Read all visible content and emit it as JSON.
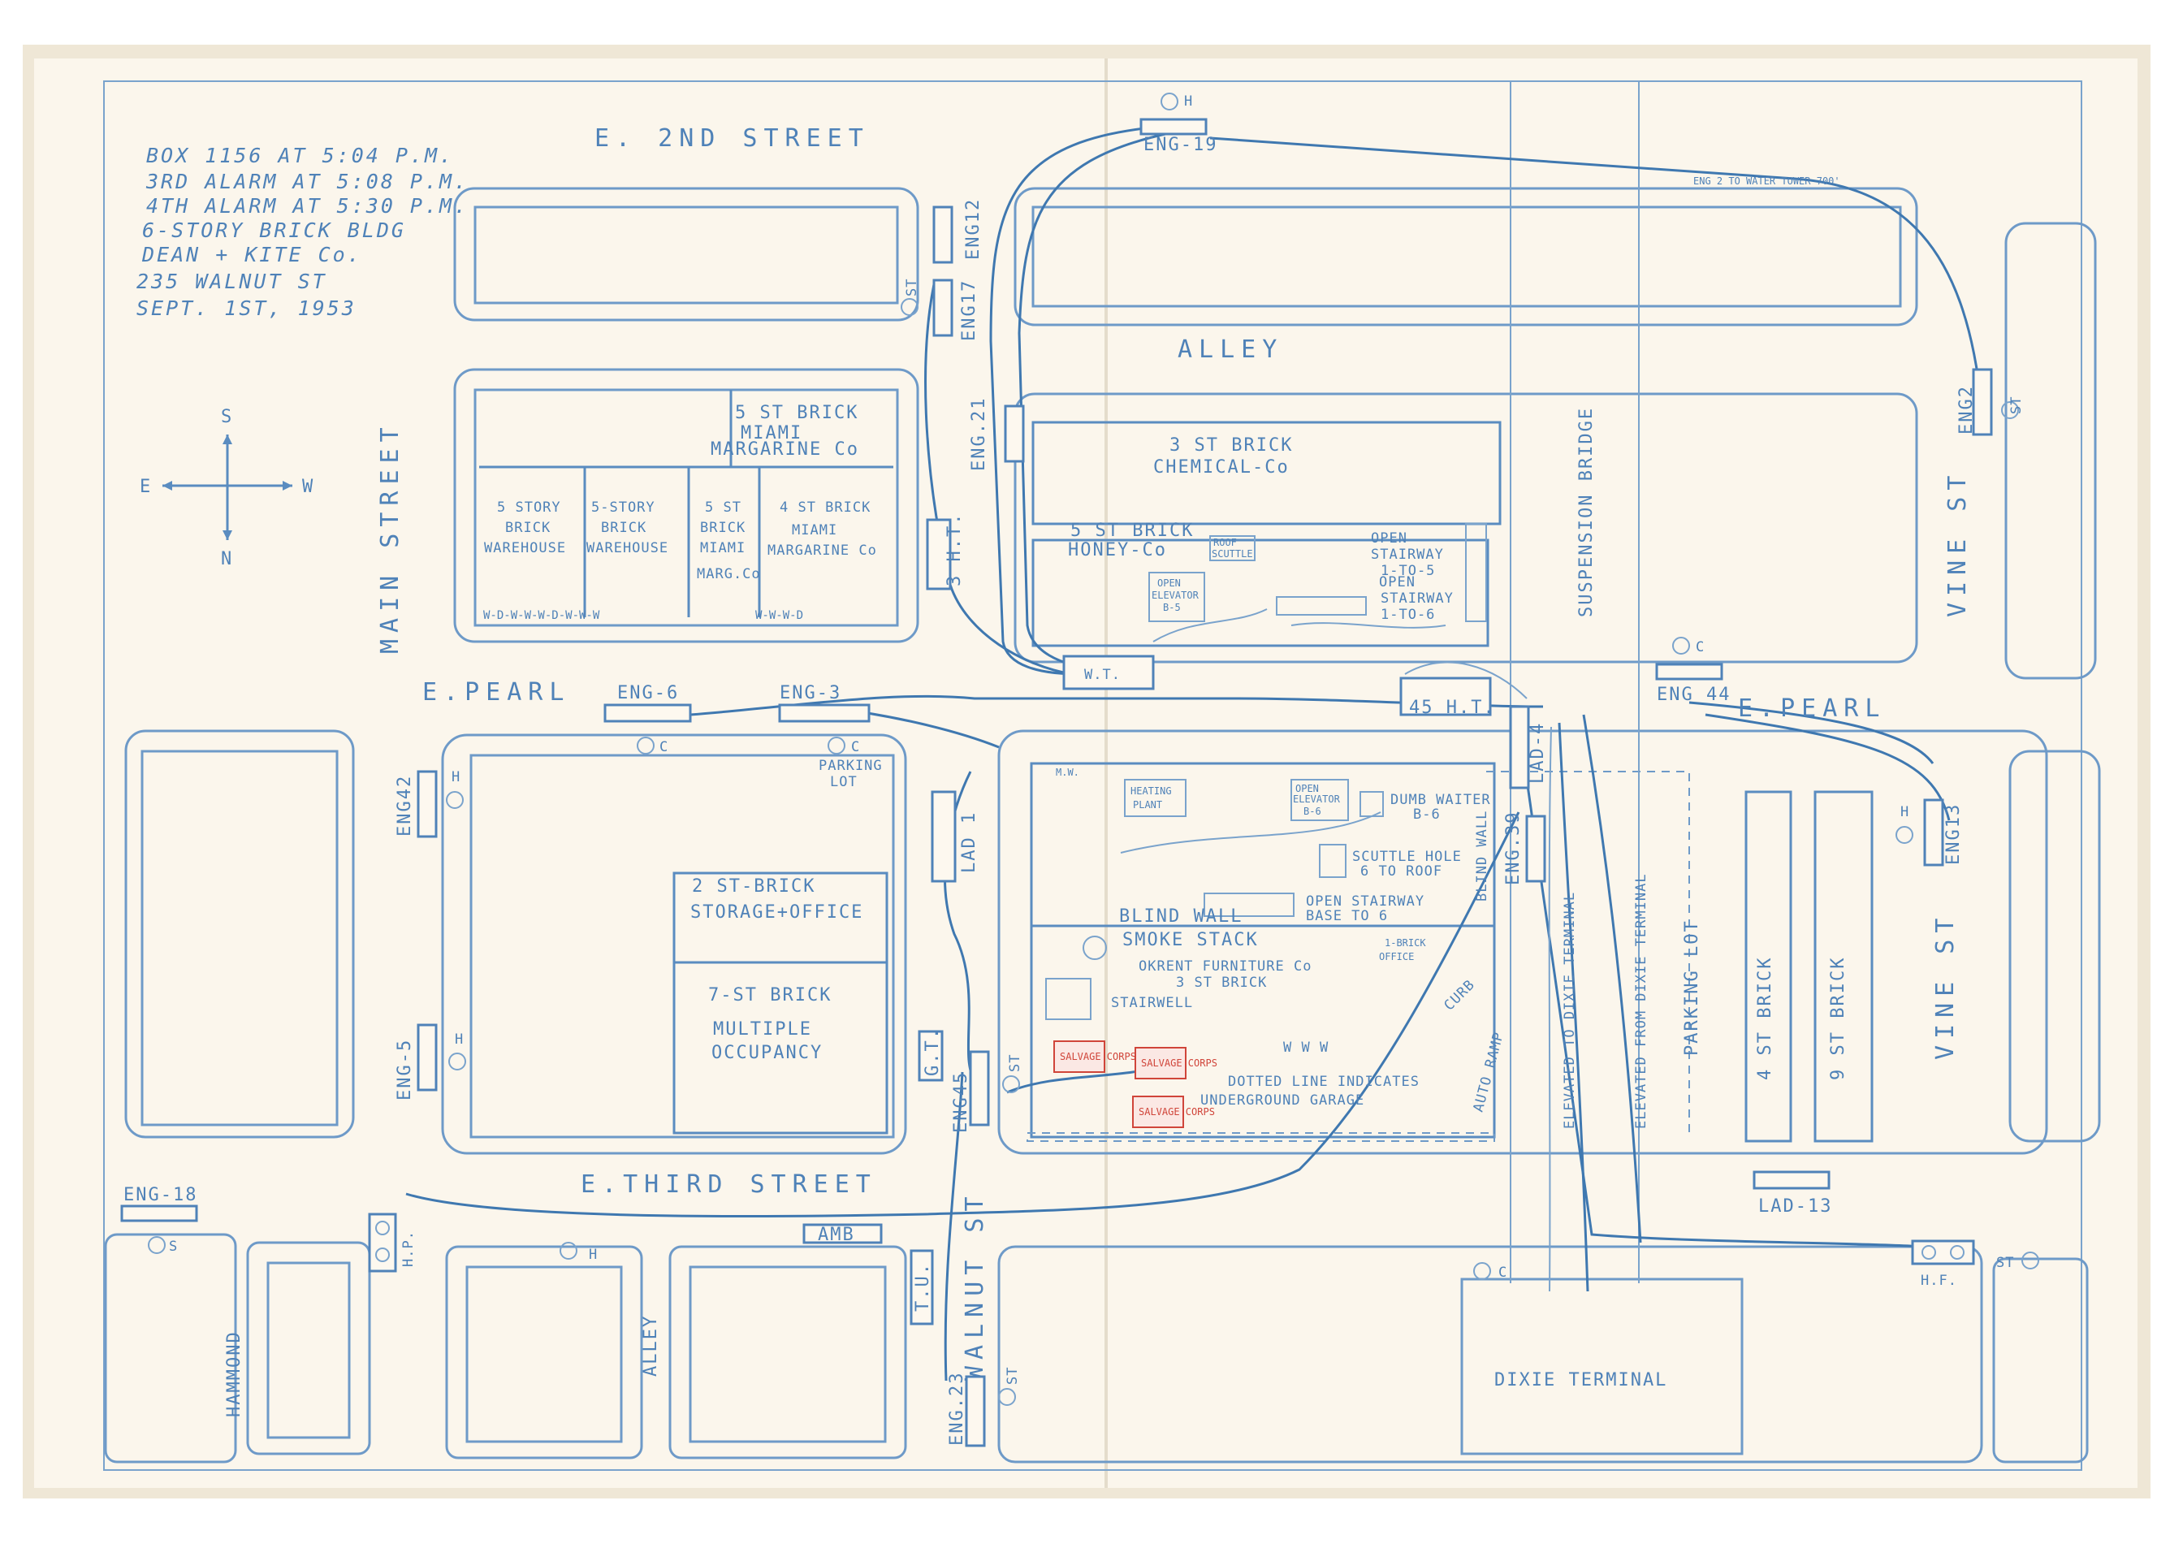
{
  "header_note": {
    "lines": [
      "BOX 1156 AT 5:04 P.M.",
      "3RD ALARM AT 5:08 P.M.",
      "4TH ALARM AT 5:30 P.M.",
      "6-STORY BRICK BLDG",
      "DEAN + KITE Co.",
      "235 WALNUT ST",
      "SEPT. 1ST, 1953"
    ]
  },
  "compass": {
    "north": "N",
    "south": "S",
    "east": "E",
    "west": "W"
  },
  "streets": {
    "e_2nd": "E. 2ND STREET",
    "alley_north": "ALLEY",
    "main": "MAIN STREET",
    "e_pearl_west": "E.PEARL",
    "e_pearl_east": "E.PEARL",
    "e_third": "E.THIRD STREET",
    "walnut": "WALNUT ST",
    "vine_north": "VINE ST",
    "vine_south": "VINE ST",
    "hammond": "HAMMOND",
    "alley_south": "ALLEY",
    "suspension_bridge": "SUSPENSION BRIDGE"
  },
  "buildings": [
    {
      "id": "miami-margarine-top",
      "lines": [
        "5 ST BRICK",
        "MIAMI",
        "MARGARINE Co"
      ]
    },
    {
      "id": "warehouse-1",
      "lines": [
        "5 STORY",
        "BRICK",
        "WAREHOUSE"
      ]
    },
    {
      "id": "warehouse-2",
      "lines": [
        "5-STORY",
        "BRICK",
        "WAREHOUSE"
      ]
    },
    {
      "id": "miami-marg",
      "lines": [
        "5 ST",
        "BRICK",
        "MIAMI",
        "MARG.Co"
      ]
    },
    {
      "id": "miami-margarine-4st",
      "lines": [
        "4 ST BRICK",
        "MIAMI",
        "MARGARINE Co"
      ]
    },
    {
      "id": "chemical-co",
      "lines": [
        "3 ST BRICK",
        "CHEMICAL-Co"
      ]
    },
    {
      "id": "honey-co",
      "lines": [
        "5 ST BRICK",
        "HONEY-Co"
      ]
    },
    {
      "id": "storage-office",
      "lines": [
        "2 ST-BRICK",
        "STORAGE+OFFICE"
      ]
    },
    {
      "id": "multiple-occupancy",
      "lines": [
        "7-ST BRICK",
        "MULTIPLE",
        "OCCUPANCY"
      ]
    },
    {
      "id": "okrent",
      "lines": [
        "OKRENT FURNITURE Co",
        "3 ST BRICK"
      ]
    },
    {
      "id": "four-st-brick",
      "lines": [
        "4 ST BRICK"
      ]
    },
    {
      "id": "nine-st-brick",
      "lines": [
        "9 ST BRICK"
      ]
    },
    {
      "id": "dixie-terminal",
      "lines": [
        "DIXIE TERMINAL"
      ]
    },
    {
      "id": "parking-lot-east",
      "lines": [
        "PARKING LOT"
      ]
    }
  ],
  "annotations": {
    "parking_lot": [
      "PARKING",
      "LOT"
    ],
    "open_elevator_b5": [
      "OPEN",
      "ELEVATOR",
      "B-5"
    ],
    "roof_scuttle": [
      "ROOF",
      "SCUTTLE"
    ],
    "open_stairway_1_5": [
      "OPEN",
      "STAIRWAY",
      "1-TO-5"
    ],
    "open_stairway_1_6": [
      "OPEN",
      "STAIRWAY",
      "1-TO-6"
    ],
    "heating_plant": [
      "HEATING",
      "PLANT"
    ],
    "open_elevator_b6": [
      "OPEN",
      "ELEVATOR",
      "B-6"
    ],
    "dumb_waiter": [
      "DUMB WAITER",
      "B-6"
    ],
    "scuttle_hole": [
      "SCUTTLE HOLE",
      "6 TO ROOF"
    ],
    "open_stairway_base": [
      "OPEN STAIRWAY",
      "BASE TO 6"
    ],
    "blind_wall": "BLIND WALL",
    "blind_wall_2": "BLIND WALL",
    "smoke_stack": "SMOKE STACK",
    "stairwell": "STAIRWELL",
    "dotted_line": [
      "DOTTED LINE INDICATES",
      "UNDERGROUND GARAGE"
    ],
    "auto_ramp": "AUTO RAMP",
    "elevated_to_dixie": "ELEVATED TO DIXIE TERMINAL",
    "elevated_from_dixie": "ELEVATED FROM DIXIE TERMINAL",
    "one_brick_office": [
      "1-BRICK",
      "OFFICE"
    ],
    "curb": "CURB",
    "w_t": "W.T.",
    "hose_to_tower": "ENG 2 TO WATER TOWER 700'"
  },
  "apparatus": {
    "eng19": "ENG-19",
    "eng12": "ENG12",
    "eng17": "ENG17",
    "eng21": "ENG.21",
    "eng2": "ENG2",
    "eng6": "ENG-6",
    "eng3": "ENG-3",
    "eng44": "ENG 44",
    "eng42": "ENG42",
    "eng13": "ENG13",
    "eng39": "ENG.39",
    "lad4": "LAD-4",
    "eng5": "ENG-5",
    "eng45": "ENG45",
    "eng18": "ENG-18",
    "eng23": "ENG.23",
    "lad13": "LAD-13",
    "lad1": "LAD 1",
    "amb": "AMB",
    "tu": "T.U.",
    "gt": "G.T.",
    "three_ht": "3 H.T.",
    "fortyfive_ht": "45 H.T.",
    "salvage_corps": "SALVAGE CORPS"
  },
  "hydrants": {
    "h": "H",
    "c": "C",
    "st": "ST",
    "s": "S",
    "hp": "H.P.",
    "hf": "H.F."
  },
  "legend_marks": {
    "wdw": "W-D-W-W-W-D-W-W-W",
    "wwwd": "W-W-W-D",
    "www_south": "W W W",
    "mw": "M.W."
  }
}
